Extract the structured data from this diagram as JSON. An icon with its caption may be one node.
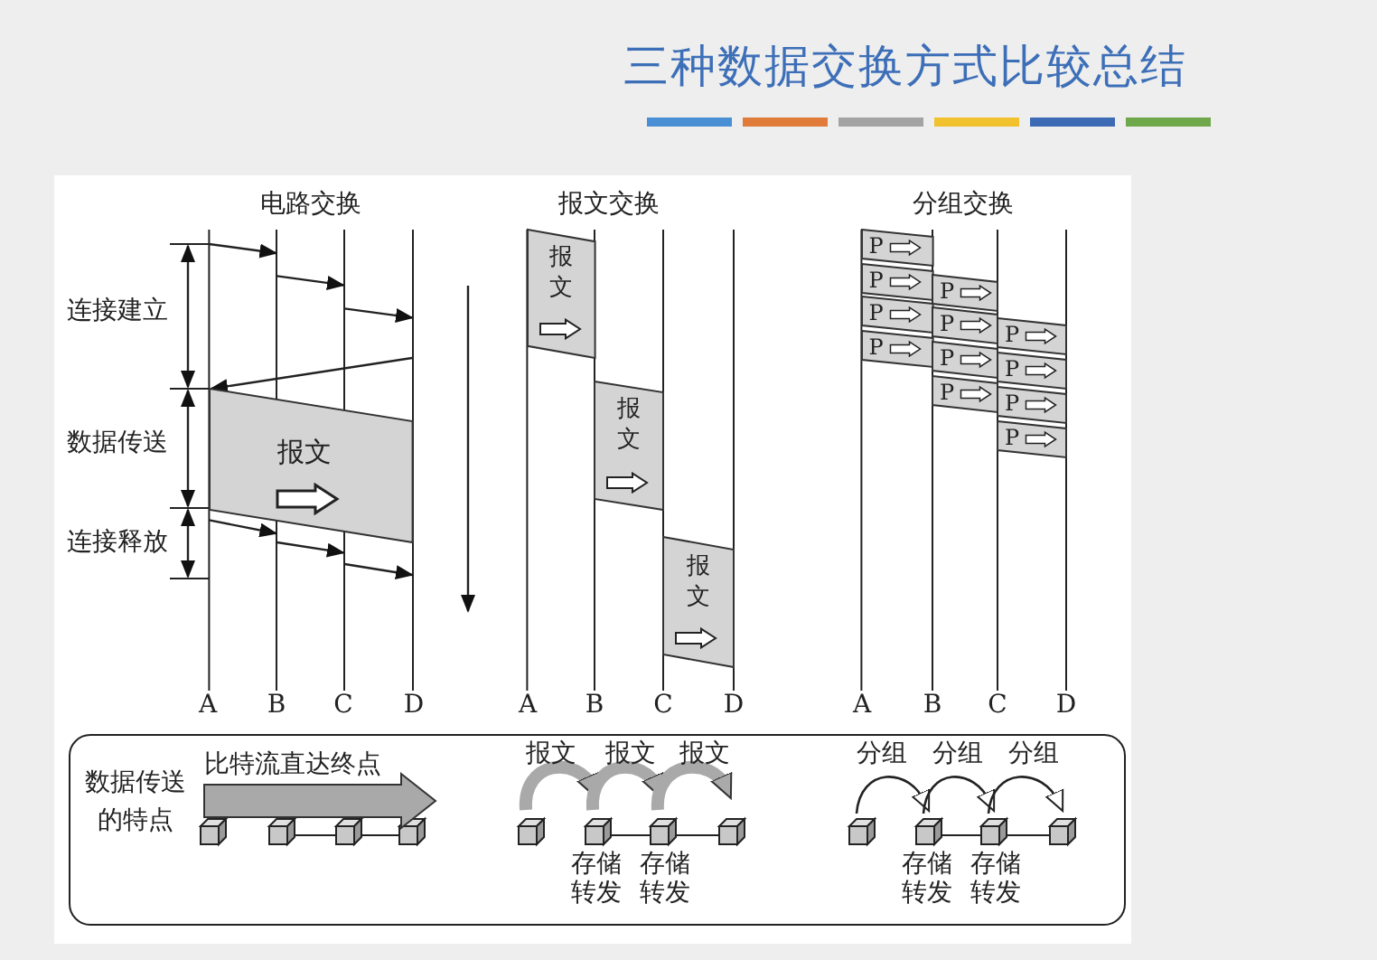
{
  "diagram": {
    "title": "三种数据交换方式比较总结",
    "nodes": [
      {
        "text": [
          "报文"
        ]
      },
      {
        "text": [
          "报文"
        ]
      },
      {
        "text": [
          "报文"
        ]
      },
      {
        "text": [
          "报文"
        ]
      },
      {
        "text": [
          "P"
        ]
      },
      {
        "text": [
          "P"
        ]
      },
      {
        "text": [
          "P"
        ]
      },
      {
        "text": [
          "P"
        ]
      },
      {
        "text": [
          "P"
        ]
      },
      {
        "text": [
          "P"
        ]
      },
      {
        "text": [
          "P"
        ]
      },
      {
        "text": [
          "P"
        ]
      },
      {
        "text": [
          "P"
        ]
      },
      {
        "text": [
          "P"
        ]
      },
      {
        "text": [
          "P"
        ]
      },
      {
        "text": [
          "P"
        ]
      },
      {
        "text": [
          "数据传送的特点"
        ]
      }
    ],
    "labels": [
      "电路交换",
      "报文交换",
      "分组交换",
      "连接建立",
      "数据传送",
      "连接释放",
      "A",
      "B",
      "C",
      "D",
      "A",
      "B",
      "C",
      "D",
      "A",
      "B",
      "C",
      "D",
      "比特流直达终点",
      "报文",
      "报文",
      "报文",
      "分组",
      "分组",
      "分组",
      "存储转发",
      "存储转发",
      "存储转发",
      "存储转发"
    ]
  }
}
